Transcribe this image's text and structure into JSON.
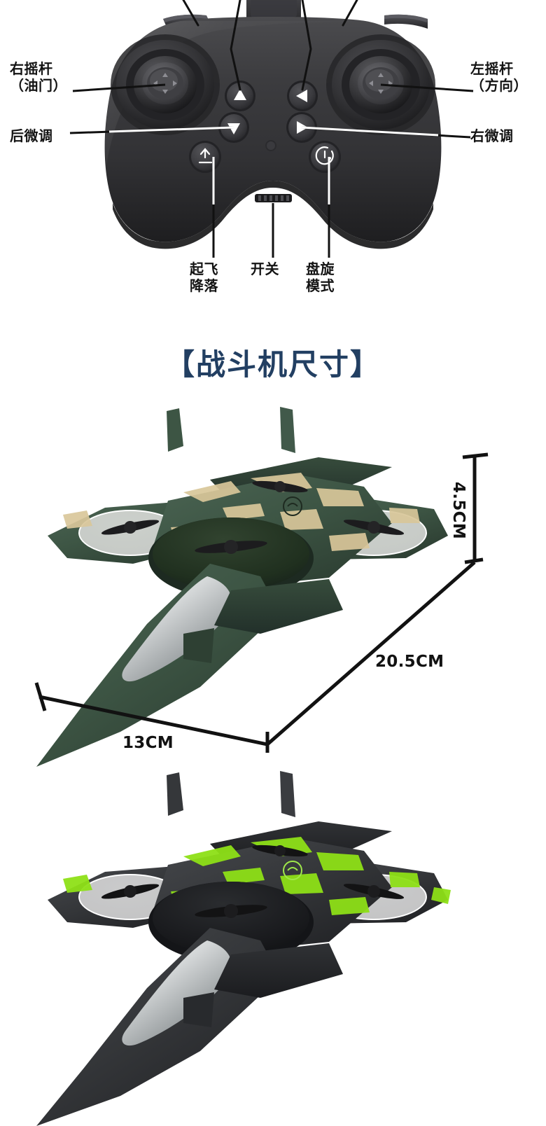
{
  "controller": {
    "labels": {
      "right_stick_line1": "右摇杆",
      "right_stick_line2": "（油门）",
      "left_stick_line1": "左摇杆",
      "left_stick_line2": "（方向）",
      "back_trim": "后微调",
      "right_trim": "右微调",
      "takeoff_line1": "起飞",
      "takeoff_line2": "降落",
      "switch": "开关",
      "hover_line1": "盘旋",
      "hover_line2": "模式"
    },
    "colors": {
      "body_dark": "#2e2e30",
      "body_mid": "#3c3c3f",
      "body_light": "#555558",
      "leader_white": "#ffffff",
      "leader_black": "#111111"
    }
  },
  "section_heading": {
    "text": "【战斗机尺寸】",
    "color": "#223f62"
  },
  "dimensions": {
    "height": "4.5CM",
    "length": "20.5CM",
    "width": "13CM"
  },
  "jets": [
    {
      "variant": "green-camo",
      "body_color": "#3d5544",
      "body_dark": "#2b3c31",
      "accent_color": "#d9c79a",
      "canopy_color": "#d8dadb"
    },
    {
      "variant": "black-green",
      "body_color": "#35373a",
      "body_dark": "#232427",
      "accent_color": "#8ee017",
      "canopy_color": "#d8dadb"
    }
  ]
}
